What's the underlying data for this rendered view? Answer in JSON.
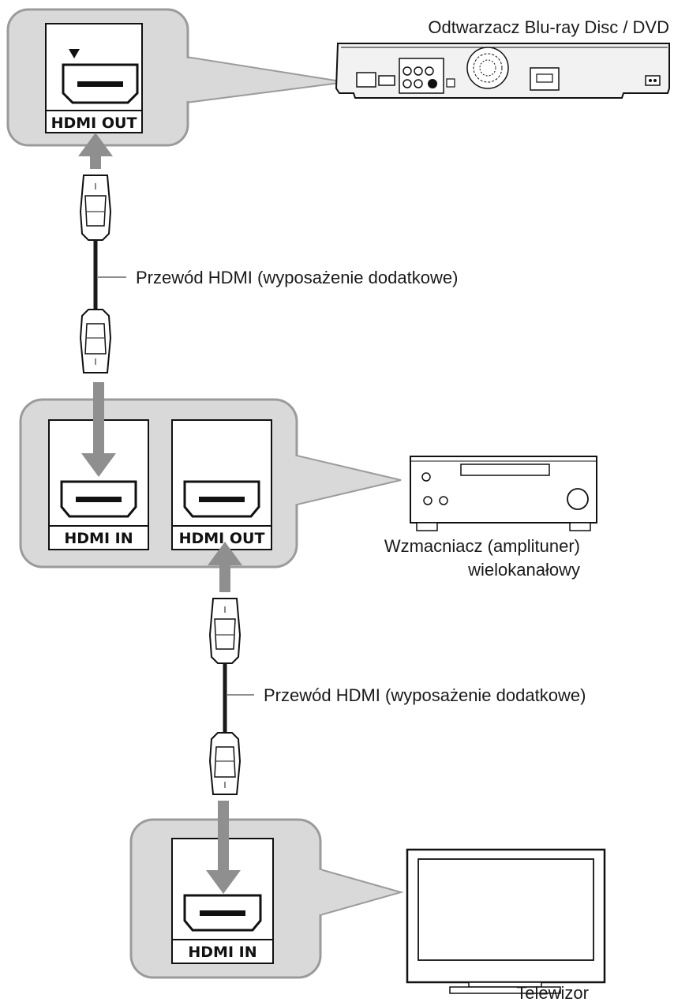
{
  "colors": {
    "panel_fill": "#d9d9d9",
    "panel_stroke": "#9b9b9b",
    "arrow": "#8f8f8f",
    "line": "#1a1a1a"
  },
  "devices": {
    "player_label": "Odtwarzacz Blu-ray Disc / DVD",
    "amplifier_label_line1": "Wzmacniacz (amplituner)",
    "amplifier_label_line2": "wielokanałowy",
    "tv_label": "Telewizor"
  },
  "ports": {
    "player_out": "HDMI OUT",
    "amp_in": "HDMI IN",
    "amp_out": "HDMI OUT",
    "tv_in": "HDMI IN"
  },
  "cables": {
    "cable_top_label": "Przewód HDMI (wyposażenie dodatkowe)",
    "cable_bottom_label": "Przewód HDMI (wyposażenie dodatkowe)"
  },
  "icons": {
    "direction_marker": "down-triangle-icon",
    "hdmi_socket": "hdmi-socket-icon",
    "hdmi_plug": "hdmi-plug-icon"
  }
}
